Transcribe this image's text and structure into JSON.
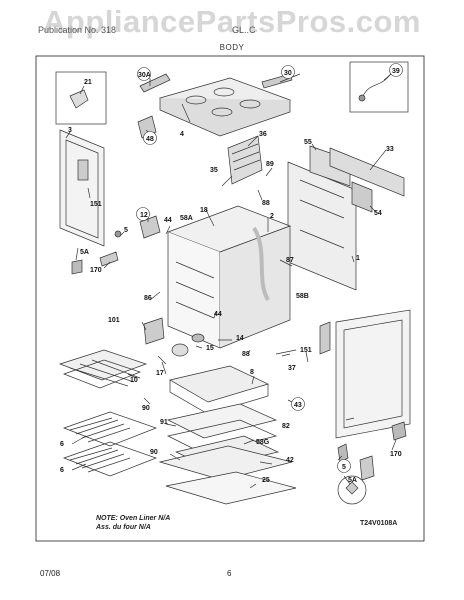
{
  "watermark": "AppliancePartsPros.com",
  "header": {
    "left_text": "Publication No. 318",
    "right_text": "GL..C",
    "section": "BODY"
  },
  "callouts": {
    "c21": "21",
    "c30A": "30A",
    "c30": "30",
    "c39": "39",
    "c3": "3",
    "c4": "4",
    "c48": "48",
    "c36": "36",
    "c55": "55",
    "c33": "33",
    "c151a": "151",
    "c35": "35",
    "c89": "89",
    "c88": "88",
    "c2": "2",
    "c54": "54",
    "c12": "12",
    "c44a": "44",
    "c58A": "58A",
    "c18": "18",
    "c5": "5",
    "c5A": "5A",
    "c170a": "170",
    "c87": "87",
    "c1": "1",
    "c86": "86",
    "c44b": "44",
    "c58B": "58B",
    "c101": "101",
    "c14": "14",
    "c15": "15",
    "c17": "17",
    "c88b": "88",
    "c151b": "151",
    "c37": "37",
    "c10": "10",
    "c8": "8",
    "c43": "43",
    "c90a": "90",
    "c91": "91",
    "c82": "82",
    "c6a": "6",
    "c58G": "58G",
    "c6b": "6",
    "c90b": "90",
    "c42": "42",
    "c25": "25",
    "c5b": "5",
    "c170b": "170",
    "c5Ab": "5A"
  },
  "note": {
    "line1": "NOTE: Oven Liner N/A",
    "line2": "Ass. du four N/A"
  },
  "diagram_code": "T24V0108A",
  "footer": {
    "date": "07/08",
    "page": "6"
  }
}
